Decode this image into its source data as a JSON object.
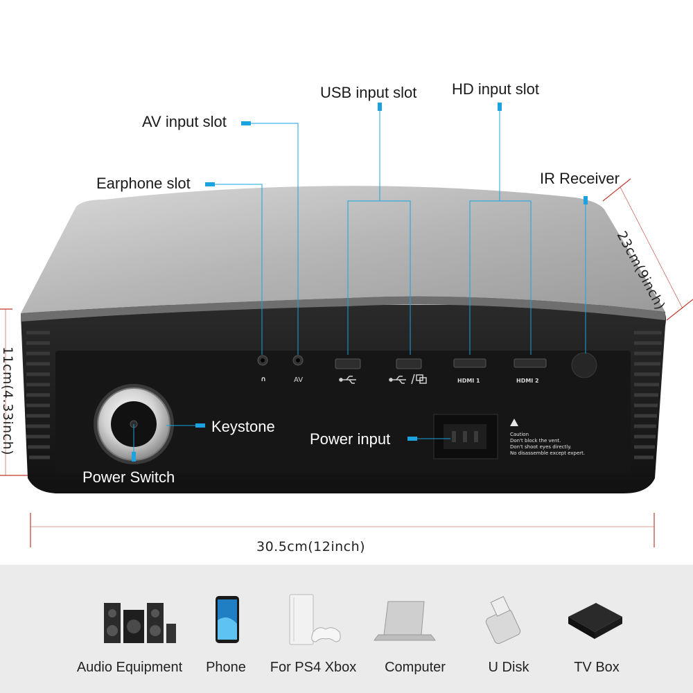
{
  "annotations": {
    "earphone_slot": "Earphone slot",
    "av_input_slot": "AV input slot",
    "usb_input_slot": "USB input slot",
    "hd_input_slot": "HD input slot",
    "ir_receiver": "IR Receiver",
    "keystone": "Keystone",
    "power_switch": "Power Switch",
    "power_input": "Power input"
  },
  "dimensions": {
    "depth": "23cm(9inch)",
    "height": "11cm(4.33inch)",
    "width": "30.5cm(12inch)"
  },
  "port_labels": {
    "earphone": "∩",
    "av": "AV",
    "hdmi1": "HDMI 1",
    "hdmi2": "HDMI 2"
  },
  "caution": {
    "title": "Caution",
    "line1": "Don't block the vent.",
    "line2": "Don't shoot eyes directly.",
    "line3": "No disassemble except expert."
  },
  "compatible_devices": [
    {
      "label": "Audio Equipment",
      "icon": "speaker-system-icon"
    },
    {
      "label": "Phone",
      "icon": "smartphone-icon"
    },
    {
      "label": "For PS4 Xbox",
      "icon": "game-console-icon"
    },
    {
      "label": "Computer",
      "icon": "laptop-icon"
    },
    {
      "label": "U Disk",
      "icon": "usb-flash-drive-icon"
    },
    {
      "label": "TV Box",
      "icon": "tv-box-icon"
    }
  ],
  "colors": {
    "accent": "#1aa3e0",
    "dimension_line": "#c0392b",
    "body_dark": "#1c1c1c",
    "top_silver": "#bfbfbf",
    "band": "#ebebeb"
  }
}
